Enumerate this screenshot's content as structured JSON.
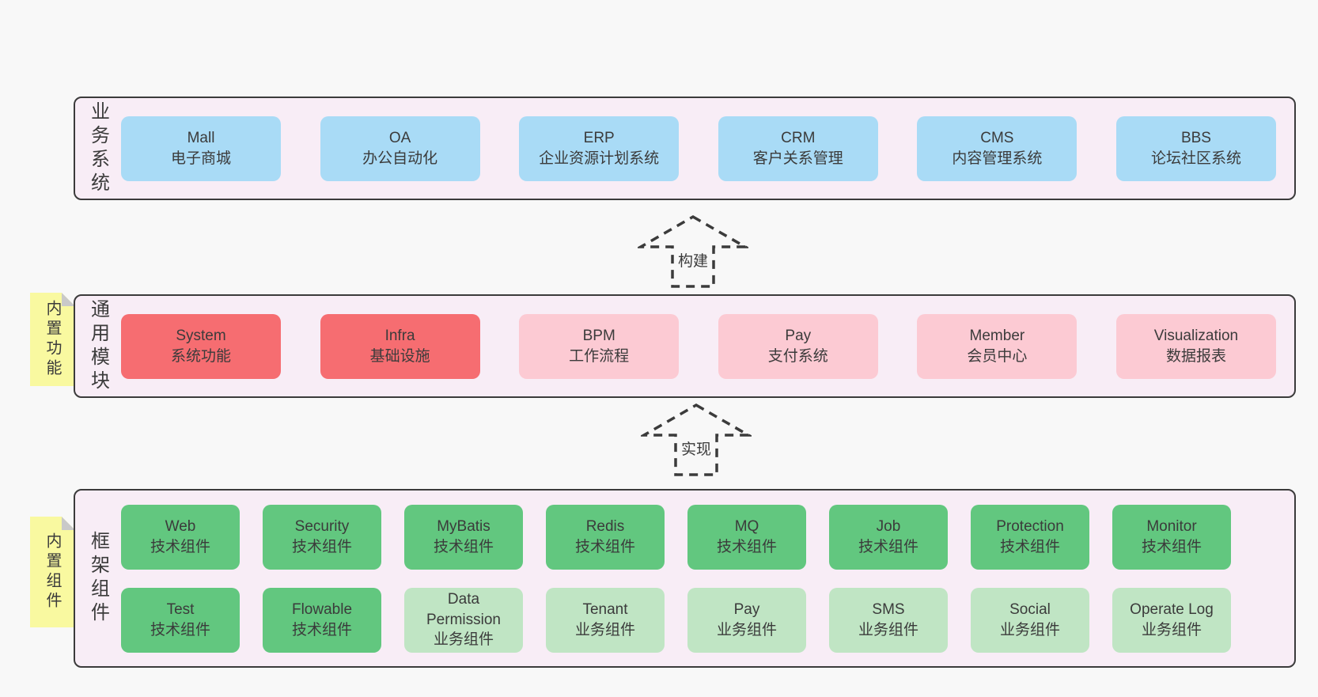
{
  "colors": {
    "page_bg": "#f8f8f8",
    "section_bg": "#f8edf6",
    "border": "#3b3b3b",
    "text": "#3b3b3b",
    "blue": "#a9dbf6",
    "red": "#f66d71",
    "pink": "#fccad3",
    "green": "#62c77f",
    "light_green": "#c0e5c4",
    "note_yellow": "#f9f9a0",
    "note_fold": "#c9c9c9"
  },
  "arrows": [
    {
      "label": "构建"
    },
    {
      "label": "实现"
    }
  ],
  "sections": [
    {
      "label": "业务系统",
      "tab": null,
      "rows": [
        [
          {
            "name": "Mall",
            "desc": "电子商城",
            "color": "blue"
          },
          {
            "name": "OA",
            "desc": "办公自动化",
            "color": "blue"
          },
          {
            "name": "ERP",
            "desc": "企业资源计划系统",
            "color": "blue"
          },
          {
            "name": "CRM",
            "desc": "客户关系管理",
            "color": "blue"
          },
          {
            "name": "CMS",
            "desc": "内容管理系统",
            "color": "blue"
          },
          {
            "name": "BBS",
            "desc": "论坛社区系统",
            "color": "blue"
          }
        ]
      ]
    },
    {
      "label": "通用模块",
      "tab": "内置功能",
      "rows": [
        [
          {
            "name": "System",
            "desc": "系统功能",
            "color": "red"
          },
          {
            "name": "Infra",
            "desc": "基础设施",
            "color": "red"
          },
          {
            "name": "BPM",
            "desc": "工作流程",
            "color": "pink"
          },
          {
            "name": "Pay",
            "desc": "支付系统",
            "color": "pink"
          },
          {
            "name": "Member",
            "desc": "会员中心",
            "color": "pink"
          },
          {
            "name": "Visualization",
            "desc": "数据报表",
            "color": "pink"
          }
        ]
      ]
    },
    {
      "label": "框架组件",
      "tab": "内置组件",
      "rows": [
        [
          {
            "name": "Web",
            "desc": "技术组件",
            "color": "green"
          },
          {
            "name": "Security",
            "desc": "技术组件",
            "color": "green"
          },
          {
            "name": "MyBatis",
            "desc": "技术组件",
            "color": "green"
          },
          {
            "name": "Redis",
            "desc": "技术组件",
            "color": "green"
          },
          {
            "name": "MQ",
            "desc": "技术组件",
            "color": "green"
          },
          {
            "name": "Job",
            "desc": "技术组件",
            "color": "green"
          },
          {
            "name": "Protection",
            "desc": "技术组件",
            "color": "green"
          },
          {
            "name": "Monitor",
            "desc": "技术组件",
            "color": "green"
          }
        ],
        [
          {
            "name": "Test",
            "desc": "技术组件",
            "color": "green"
          },
          {
            "name": "Flowable",
            "desc": "技术组件",
            "color": "green"
          },
          {
            "name": "Data Permission",
            "desc": "业务组件",
            "color": "light_green"
          },
          {
            "name": "Tenant",
            "desc": "业务组件",
            "color": "light_green"
          },
          {
            "name": "Pay",
            "desc": "业务组件",
            "color": "light_green"
          },
          {
            "name": "SMS",
            "desc": "业务组件",
            "color": "light_green"
          },
          {
            "name": "Social",
            "desc": "业务组件",
            "color": "light_green"
          },
          {
            "name": "Operate Log",
            "desc": "业务组件",
            "color": "light_green"
          }
        ]
      ]
    }
  ]
}
